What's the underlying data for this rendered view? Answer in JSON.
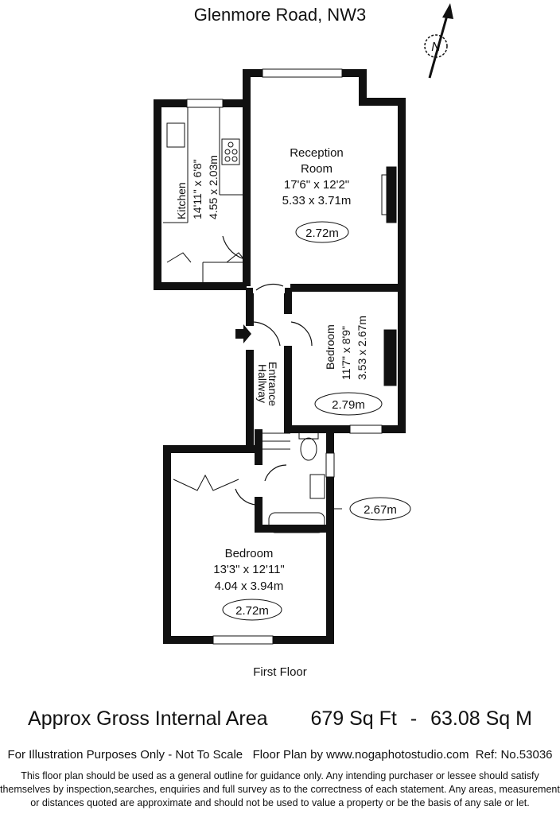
{
  "title": "Glenmore Road, NW3",
  "compass": {
    "label": "N",
    "icon": "north-arrow-icon"
  },
  "rooms": [
    {
      "name": "Reception Room",
      "name_lines": [
        "Reception",
        "Room"
      ],
      "imperial": "17'6\" x 12'2\"",
      "metric": "5.33 x 3.71m",
      "ceiling": "2.72m"
    },
    {
      "name": "Kitchen",
      "imperial": "14'11\" x 6'8\"",
      "metric": "4.55 x 2.03m"
    },
    {
      "name": "Bedroom",
      "imperial": "11'7\" x 8'9\"",
      "metric": "3.53 x 2.67m",
      "ceiling": "2.79m"
    },
    {
      "name_lines": [
        "Entrance",
        "Hallway"
      ]
    },
    {
      "name": "Bedroom",
      "imperial": "13'3\" x 12'11\"",
      "metric": "4.04 x 3.94m",
      "ceiling": "2.72m"
    }
  ],
  "bathroom_ceiling": "2.67m",
  "floor_label": "First Floor",
  "area": {
    "label": "Approx Gross Internal Area",
    "sqft": "679 Sq Ft",
    "sep": "-",
    "sqm": "63.08 Sq M"
  },
  "footer": {
    "line1": "For Illustration Purposes Only - Not To Scale   Floor Plan by www.nogaphotostudio.com  Ref: No.53036",
    "disclaimer": [
      "This floor plan should be used as a general outline for guidance only. Any intending purchaser or lessee should satisfy",
      "themselves by inspection,searches, enquiries and full survey as to the correctness of each statement. Any areas, measurements",
      "or distances quoted are approximate and should not be used to value a property or be the basis of any sale or let."
    ]
  }
}
